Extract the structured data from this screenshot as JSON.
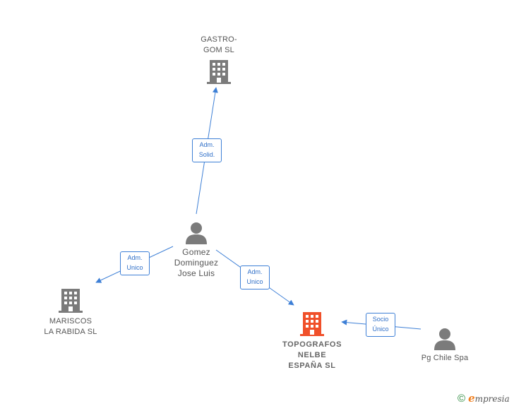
{
  "colors": {
    "edge": "#3d7fd6",
    "node_gray": "#7b7b7b",
    "node_highlight": "#f0502a"
  },
  "nodes": {
    "gastrogom": {
      "label": "GASTRO-\nGOM  SL",
      "icon": "building-icon"
    },
    "gomez": {
      "label": "Gomez\nDominguez\nJose Luis",
      "icon": "person-icon"
    },
    "mariscos": {
      "label": "MARISCOS\nLA RABIDA  SL",
      "icon": "building-icon"
    },
    "topografos": {
      "label": "TOPOGRAFOS\nNELBE\nESPAÑA  SL",
      "icon": "building-icon"
    },
    "pgchile": {
      "label": "Pg Chile Spa",
      "icon": "person-icon"
    }
  },
  "edges": {
    "gomez_gastrogom": "Adm.\nSolid.",
    "gomez_mariscos": "Adm.\nUnico",
    "gomez_topografos": "Adm.\nUnico",
    "pgchile_topografos": "Socio\nÚnico"
  },
  "footer": {
    "copyright": "©",
    "brand_initial": "e",
    "brand_rest": "mpresia"
  }
}
